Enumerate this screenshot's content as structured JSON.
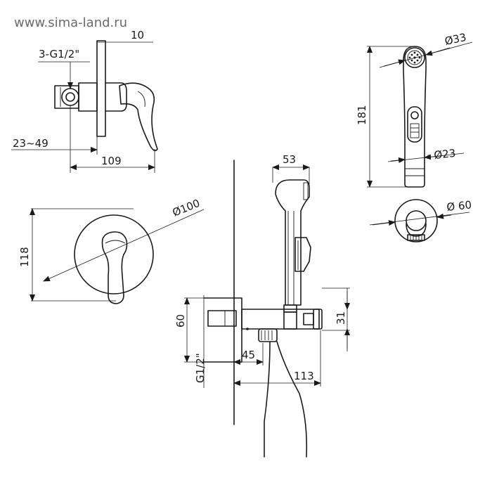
{
  "watermark": "www.sima-land.ru",
  "mixer_side": {
    "thread_label": "3-G1/2\"",
    "plate_thickness": "10",
    "depth_range": "23~49",
    "overall_depth": "109"
  },
  "mixer_front": {
    "height": "118",
    "diameter": "Ø100"
  },
  "shower_head": {
    "length": "181",
    "head_diameter": "Ø33",
    "handle_diameter": "Ø23"
  },
  "holder": {
    "diameter": "Ø 60"
  },
  "assembly": {
    "hand_shower_width": "53",
    "box_height": "60",
    "thread_label": "G1/2\"",
    "inlet_offset": "45",
    "overall_width": "113",
    "valve_height": "31"
  }
}
